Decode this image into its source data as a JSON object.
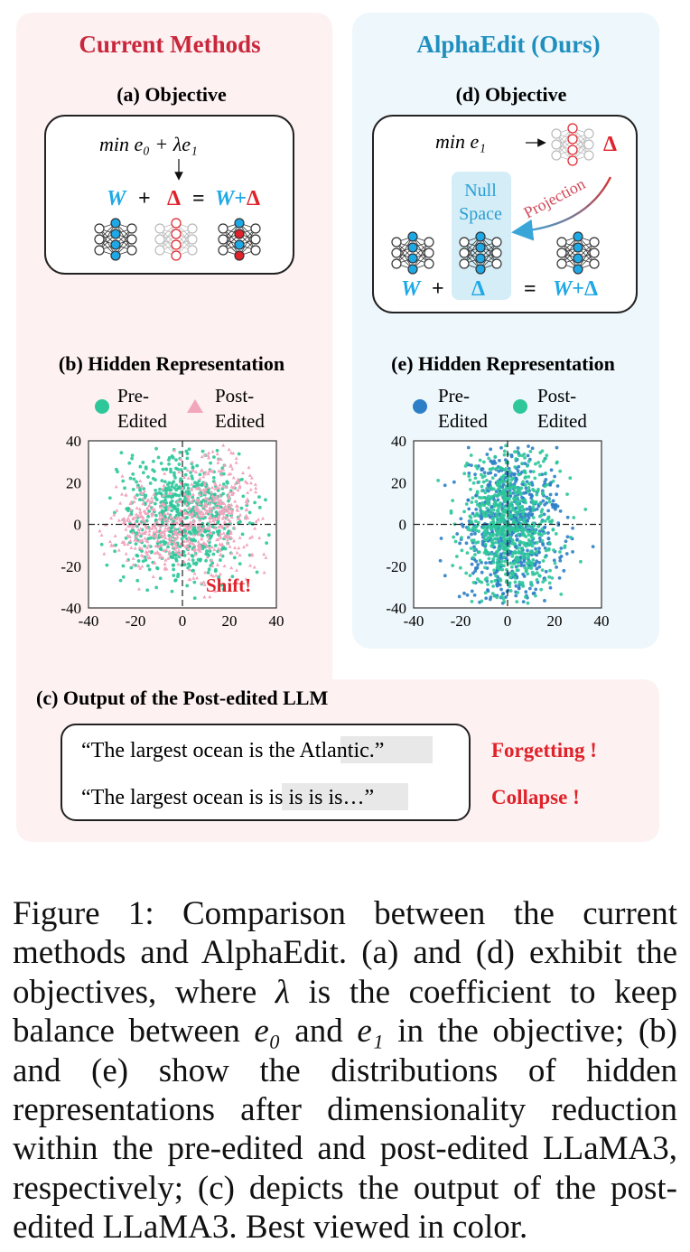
{
  "left": {
    "title": "Current Methods",
    "objective_label": "(a) Objective",
    "objective_formula": "min  e₀ + λe₁",
    "eq_w": "W",
    "eq_plus": "+",
    "eq_delta": "Δ",
    "eq_equals": "=",
    "eq_result": "W+Δ",
    "hidden_label": "(b) Hidden Representation",
    "legend_pre_line1": "Pre-",
    "legend_pre_line2": "Edited",
    "legend_post_line1": "Post-",
    "legend_post_line2": "Edited",
    "shift_label": "Shift!"
  },
  "right": {
    "title": "AlphaEdit (Ours)",
    "objective_label": "(d) Objective",
    "objective_formula": "min  e₁",
    "null_line1": "Null",
    "null_line2": "Space",
    "projection": "Projection",
    "eq_w": "W",
    "eq_plus": "+",
    "eq_delta": "Δ",
    "eq_equals": "=",
    "eq_result": "W+Δ",
    "hidden_label": "(e) Hidden Representation",
    "legend_pre_line1": "Pre-",
    "legend_pre_line2": "Edited",
    "legend_post_line1": "Post-",
    "legend_post_line2": "Edited"
  },
  "output": {
    "label": "(c) Output of the Post-edited LLM",
    "line1_prefix": "“The largest ocean is the ",
    "line1_highlight": "Atlantic",
    "line1_suffix": ".”",
    "line2_prefix": "“The largest ocean ",
    "line2_highlight": "is is is is is…",
    "line2_suffix": "”",
    "status1": "Forgetting !",
    "status2": "Collapse !"
  },
  "caption": {
    "p1": "Figure 1:  Comparison between the current methods and AlphaEdit. (a) and (d) exhibit the objectives, where ",
    "lambda": "λ",
    "p2": " is the coefficient to keep balance between ",
    "e0": "e₀",
    "p3": " and ",
    "e1": "e₁",
    "p4": " in the objective; (b) and (e) show the distributions of hidden representations after dimensionality reduction within the pre-edited and post-edited LLaMA3, respectively; (c) depicts the output of the post-edited LLaMA3. Best viewed in color."
  },
  "colors": {
    "left_bg": "#fdf1f1",
    "right_bg": "#eef7fb",
    "red_title": "#c8283c",
    "blue_title": "#1f8fbf",
    "w_blue": "#1ea9e6",
    "delta_red": "#e0222a",
    "teal": "#2ec79a",
    "pink": "#f2a5bd",
    "blue_dot": "#2c7fc7",
    "null_bg": "#d5edf7"
  },
  "chart_data": [
    {
      "type": "scatter",
      "panel": "(b)",
      "x_ticks": [
        "-40",
        "-20",
        "0",
        "20",
        "40"
      ],
      "y_ticks": [
        "40",
        "20",
        "0",
        "-20",
        "-40"
      ],
      "xlim": [
        -40,
        40
      ],
      "ylim": [
        -40,
        40
      ],
      "series": [
        {
          "name": "Pre-Edited",
          "color": "#2ec79a",
          "marker": "circle",
          "center": [
            0,
            5
          ],
          "spread": [
            13,
            16
          ],
          "count": 700
        },
        {
          "name": "Post-Edited",
          "color": "#f2a5bd",
          "marker": "triangle",
          "center": [
            -12,
            -2
          ],
          "spread": [
            10,
            10
          ],
          "count": 300
        },
        {
          "name": "Post-Edited",
          "color": "#f2a5bd",
          "marker": "triangle",
          "center": [
            14,
            5
          ],
          "spread": [
            10,
            15
          ],
          "count": 400
        }
      ]
    },
    {
      "type": "scatter",
      "panel": "(e)",
      "x_ticks": [
        "-40",
        "-20",
        "0",
        "20",
        "40"
      ],
      "y_ticks": [
        "40",
        "20",
        "0",
        "-20",
        "-40"
      ],
      "xlim": [
        -40,
        40
      ],
      "ylim": [
        -40,
        40
      ],
      "series": [
        {
          "name": "Pre-Edited",
          "color": "#2c7fc7",
          "marker": "circle",
          "center": [
            1,
            0
          ],
          "spread": [
            10,
            18
          ],
          "count": 700
        },
        {
          "name": "Post-Edited",
          "color": "#2ec79a",
          "marker": "circle",
          "center": [
            1,
            0
          ],
          "spread": [
            10,
            18
          ],
          "count": 700
        }
      ]
    }
  ]
}
